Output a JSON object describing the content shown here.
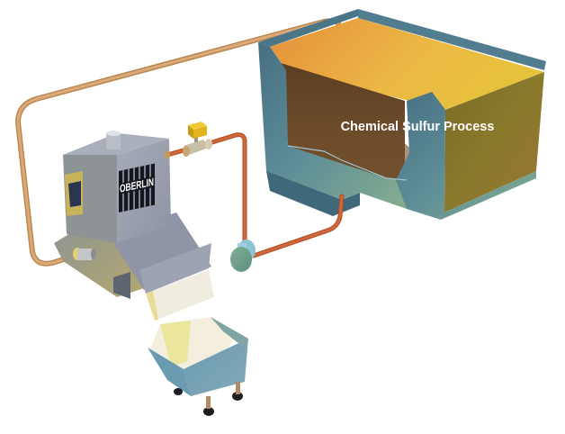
{
  "diagram": {
    "title": "Chemical Sulfur Process",
    "components": [
      {
        "id": "process-tank",
        "label": "Chemical Sulfur Process",
        "type": "cutaway tank"
      },
      {
        "id": "filter-unit",
        "label": "OBERLIN",
        "type": "filtration machine"
      },
      {
        "id": "valve",
        "type": "solenoid valve"
      },
      {
        "id": "pump",
        "type": "pump"
      },
      {
        "id": "cart",
        "type": "filter cake cart"
      }
    ],
    "connections": [
      {
        "from": "process-tank",
        "to": "filter-unit",
        "via": "top return pipe"
      },
      {
        "from": "process-tank",
        "to": "pump",
        "via": "bottom outlet pipe"
      },
      {
        "from": "pump",
        "to": "valve",
        "via": "feed pipe"
      },
      {
        "from": "valve",
        "to": "filter-unit",
        "via": "feed pipe"
      },
      {
        "from": "filter-unit",
        "to": "cart",
        "via": "filter cake discharge"
      }
    ],
    "brand_label": "OBERLIN",
    "colors": {
      "tank_wall": "#4f7f93",
      "tank_liquid_top": "#e9a640",
      "tank_liquid_inner": "#6b4a2a",
      "pipe": "#c9783e",
      "pipe_return": "#d09a66",
      "machine": "#9aa0ae",
      "valve_head": "#e3b31e",
      "cart": "#6c9cb0",
      "filter_cake": "#f1eedc"
    }
  }
}
